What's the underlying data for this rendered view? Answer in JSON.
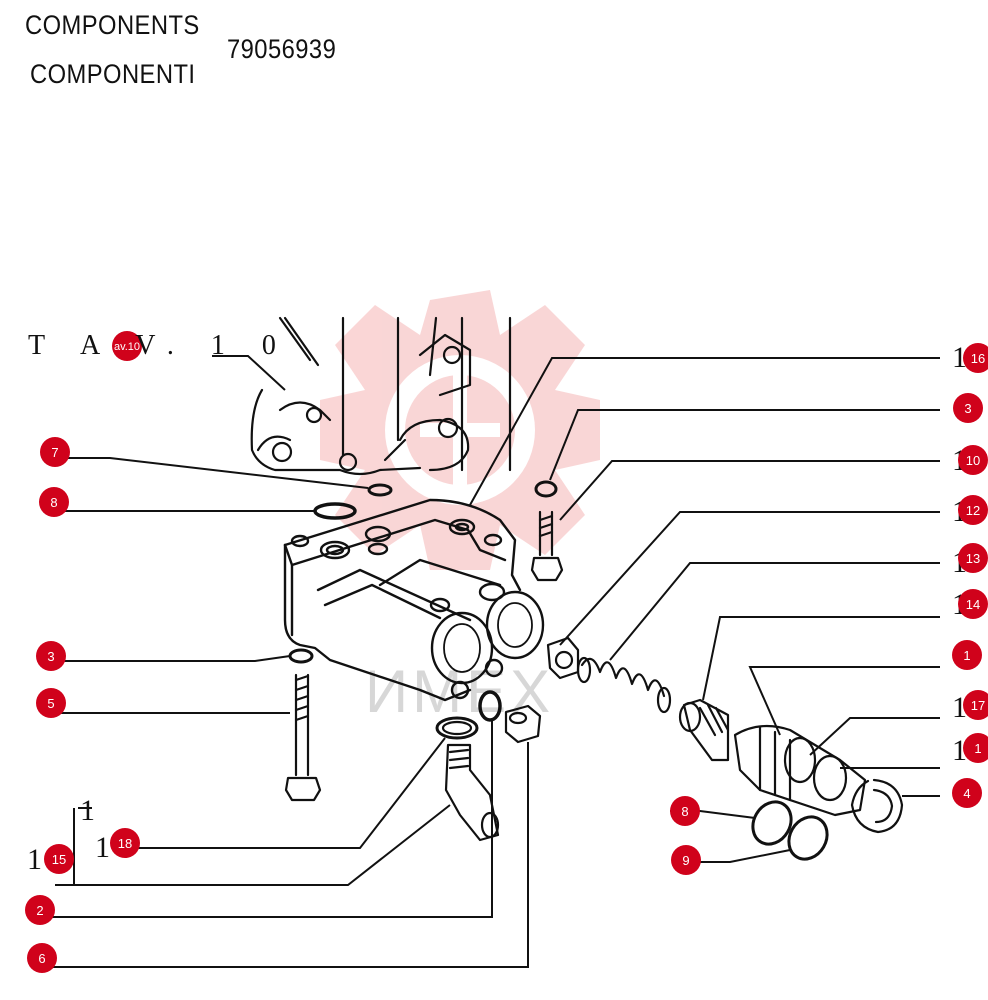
{
  "header": {
    "title_en": "COMPONENTS",
    "title_it": "COMPONENTI",
    "part_number": "79056939"
  },
  "reference": {
    "tav_text": "T A V. 1 0",
    "tav_badge": "av.10"
  },
  "watermark": {
    "text": "ИМЕХ",
    "color": "#f08c8c"
  },
  "badge_color": "#d0021b",
  "callouts": [
    {
      "label": "7"
    },
    {
      "label": "8"
    },
    {
      "label": "3"
    },
    {
      "label": "5"
    },
    {
      "label": "15"
    },
    {
      "label": "2"
    },
    {
      "label": "6"
    },
    {
      "label": "16"
    },
    {
      "label": "3"
    },
    {
      "label": "10"
    },
    {
      "label": "12"
    },
    {
      "label": "13"
    },
    {
      "label": "14"
    },
    {
      "label": "1"
    },
    {
      "label": "17"
    },
    {
      "label": "1"
    },
    {
      "label": "4"
    },
    {
      "label": "8"
    },
    {
      "label": "9"
    },
    {
      "label": "18"
    }
  ],
  "plain_numbers": [
    {
      "text": "1"
    },
    {
      "text": "1"
    },
    {
      "text": "1"
    },
    {
      "text": "1"
    },
    {
      "text": "1"
    },
    {
      "text": "1"
    },
    {
      "text": "1"
    },
    {
      "text": "1"
    },
    {
      "text": "1"
    },
    {
      "text": "1"
    }
  ]
}
